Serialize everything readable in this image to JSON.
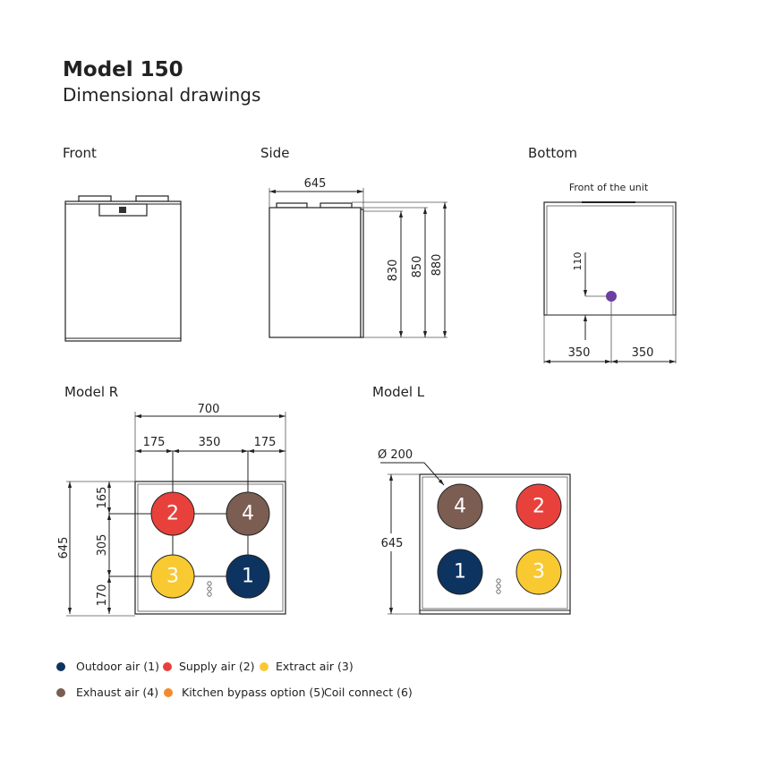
{
  "header": {
    "title": "Model 150",
    "subtitle": "Dimensional drawings"
  },
  "sections": {
    "front": "Front",
    "side": "Side",
    "bottom": "Bottom",
    "model_r": "Model R",
    "model_l": "Model L"
  },
  "side_dims": {
    "width": "645",
    "h1": "830",
    "h2": "850",
    "h3": "880"
  },
  "bottom_view": {
    "caption": "Front of the unit",
    "offset": "110",
    "left": "350",
    "right": "350"
  },
  "model_r": {
    "total": "700",
    "w1": "175",
    "w2": "350",
    "w3": "175",
    "depth": "645",
    "d1": "165",
    "d2": "305",
    "d3": "170",
    "ports": [
      "2",
      "4",
      "3",
      "1"
    ]
  },
  "model_l": {
    "diameter": "Ø 200",
    "depth": "645",
    "ports": [
      "4",
      "2",
      "1",
      "3"
    ]
  },
  "colors": {
    "outdoor": "#0d3460",
    "supply": "#e8413c",
    "extract": "#f9c932",
    "exhaust": "#7b5d52",
    "kitchen": "#f58a2a",
    "coil": "#6a3fa0"
  },
  "legend": [
    {
      "label": "Outdoor air (1)",
      "color": "#0d3460"
    },
    {
      "label": "Supply air (2)",
      "color": "#e8413c"
    },
    {
      "label": "Extract air (3)",
      "color": "#f9c932"
    },
    {
      "label": "Exhaust air (4)",
      "color": "#7b5d52"
    },
    {
      "label": "Kitchen bypass option (5)",
      "color": "#f58a2a"
    },
    {
      "label": "Coil connect  (6)",
      "color": null
    }
  ]
}
